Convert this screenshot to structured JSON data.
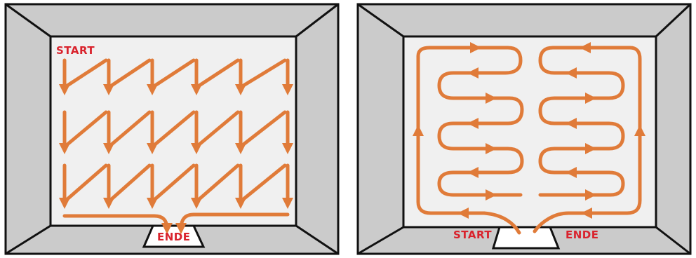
{
  "palette": {
    "wall": "#cbcbcb",
    "floor": "#f0f0f0",
    "outline": "#111111",
    "path": "#e07b39",
    "label": "#d9232d",
    "door": "#ffffff"
  },
  "left_room": {
    "start_label": "START",
    "end_label": "ENDE",
    "pattern": "zigzag rows"
  },
  "right_room": {
    "start_label": "START",
    "end_label": "ENDE",
    "pattern": "serpentine loops"
  }
}
